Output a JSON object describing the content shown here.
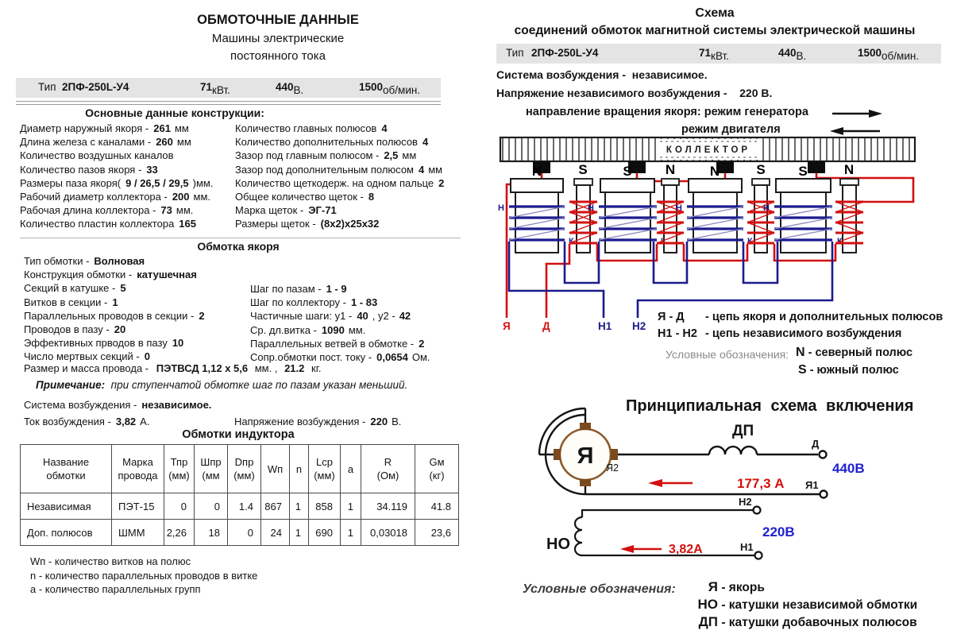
{
  "colors": {
    "accent_red": "#d40f0f",
    "wire_blue": "#1b1b8e",
    "voltage_blue": "#2020d0",
    "armature_brown": "#8a5a2a",
    "bar_gray": "#e4e4e4"
  },
  "left": {
    "title": "ОБМОТОЧНЫЕ ДАННЫЕ",
    "subtitle1": "Машины электрические",
    "subtitle2": "постоянного тока",
    "type_bar": {
      "type_label": "Тип",
      "type_value": "2ПФ-250L-У4",
      "power_value": "71",
      "power_unit": "кВт.",
      "voltage_value": "440",
      "voltage_unit": "В.",
      "speed_value": "1500",
      "speed_unit": "об/мин."
    },
    "construction": {
      "heading": "Основные данные конструкции:",
      "left": [
        {
          "label": "Диаметр наружный якоря -",
          "value": "261",
          "unit": "мм"
        },
        {
          "label": "Длина железа с каналами -",
          "value": "260",
          "unit": "мм"
        },
        {
          "label": "Количество воздушных каналов",
          "value": "",
          "unit": ""
        },
        {
          "label": "Количество пазов якоря -",
          "value": "33",
          "unit": ""
        },
        {
          "label": "Размеры паза якоря(",
          "value": "9 / 26,5 / 29,5",
          "unit": ")мм."
        },
        {
          "label": "Рабочий диаметр коллектора -",
          "value": "200",
          "unit": "мм."
        },
        {
          "label": "Рабочая длина коллектора -",
          "value": "73",
          "unit": "мм."
        },
        {
          "label": "Количество пластин коллектора",
          "value": "165",
          "unit": ""
        }
      ],
      "right": [
        {
          "label": "Количество главных полюсов",
          "value": "4",
          "unit": ""
        },
        {
          "label": "Количество дополнительных полюсов",
          "value": "4",
          "unit": ""
        },
        {
          "label": "Зазор под главным полюсом -",
          "value": "2,5",
          "unit": "мм"
        },
        {
          "label": "Зазор под дополнительным полюсом",
          "value": "4",
          "unit": "мм"
        },
        {
          "label": "Количество щеткодерж. на одном пальце",
          "value": "2",
          "unit": ""
        },
        {
          "label": "Общее количество щеток -",
          "value": "8",
          "unit": ""
        },
        {
          "label": "Марка щеток -",
          "value": "ЭГ-71",
          "unit": ""
        },
        {
          "label": "Размеры щеток -",
          "value": "(8x2)x25x32",
          "unit": ""
        }
      ]
    },
    "armature": {
      "heading": "Обмотка якоря",
      "left": [
        {
          "label": "Тип обмотки -",
          "value": "Волновая"
        },
        {
          "label": "Конструкция обмотки -",
          "value": "катушечная"
        },
        {
          "label": "Секций в катушке -",
          "value": "5"
        },
        {
          "label": "Витков в секции -",
          "value": "1"
        },
        {
          "label": "Параллельных проводов в секции -",
          "value": "2"
        },
        {
          "label": "Проводов в пазу -",
          "value": "20"
        },
        {
          "label": "Эффективных прводов в пазу",
          "value": "10"
        },
        {
          "label": "Число мертвых секций -",
          "value": "0"
        }
      ],
      "right": [
        {
          "label": "Шаг по пазам -",
          "value": "1 - 9"
        },
        {
          "label": "Шаг по коллектору -",
          "value": "1 - 83"
        },
        {
          "label": "Частичные шаги: у1 -",
          "value": "40",
          "mid": ", у2 -",
          "value2": "42"
        },
        {
          "label": "Ср. дл.витка -",
          "value": "1090",
          "unit": "мм."
        },
        {
          "label": "Параллельных ветвей в обмотке -",
          "value": "2"
        },
        {
          "label": "Сопр.обмотки пост. току -",
          "value": "0,0654",
          "unit": "Ом."
        }
      ],
      "wire_line": {
        "label": "Размер и масса провода -",
        "value": "ПЭТВСД 1,12 х 5,6",
        "unit": "мм. ,",
        "mass": "21.2",
        "mass_unit": "кг."
      }
    },
    "note": {
      "label": "Примечание:",
      "text": "при ступенчатой обмотке шаг по пазам указан меньший."
    },
    "excitation": {
      "system_label": "Система возбуждения -",
      "system_value": "независимое.",
      "current_label": "Ток возбуждения -",
      "current_value": "3,82",
      "current_unit": "А.",
      "voltage_label": "Напряжение возбуждения -",
      "voltage_value": "220",
      "voltage_unit": "В."
    },
    "inductor_table": {
      "heading": "Обмотки индуктора",
      "headers": [
        [
          "Название",
          "обмотки"
        ],
        [
          "Марка",
          "провода"
        ],
        [
          "Тпр",
          "(мм)"
        ],
        [
          "Шпр",
          "(мм"
        ],
        [
          "Dпр",
          "(мм)"
        ],
        [
          "Wп",
          ""
        ],
        [
          "n",
          ""
        ],
        [
          "Lср",
          "(мм)"
        ],
        [
          "а",
          ""
        ],
        [
          "R",
          "(Ом)"
        ],
        [
          "Gм",
          "(кг)"
        ]
      ],
      "rows": [
        [
          "Независимая",
          "ПЭТ-15",
          "0",
          "0",
          "1.4",
          "867",
          "1",
          "858",
          "1",
          "34.119",
          "41.8"
        ],
        [
          "Доп. полюсов",
          "ШММ",
          "2,26",
          "18",
          "0",
          "24",
          "1",
          "690",
          "1",
          "0,03018",
          "23,6"
        ]
      ]
    },
    "footnotes": [
      "Wп - количество витков на полюс",
      "n - количество параллельных проводов в витке",
      "а - количество параллельных групп"
    ]
  },
  "right": {
    "title1": "Схема",
    "title2": "соединений обмоток магнитной системы электрической машины",
    "type_bar": {
      "type_label": "Тип",
      "type_value": "2ПФ-250L-У4",
      "power_value": "71",
      "power_unit": "кВт.",
      "voltage_value": "440",
      "voltage_unit": "В.",
      "speed_value": "1500",
      "speed_unit": "об/мин."
    },
    "system_line": {
      "label": "Система возбуждения -",
      "value": "независимое."
    },
    "voltage_line": {
      "label": "Напряжение независимого возбуждения -",
      "value": "220 В."
    },
    "rotation": {
      "label": "направление вращения якоря:",
      "generator": "режим генератора",
      "motor": "режим двигателя"
    },
    "collector_label": "КОЛЛЕКТОР",
    "poles": {
      "sequence": [
        "N",
        "S",
        "S",
        "N",
        "N",
        "S",
        "S",
        "N"
      ],
      "main_start_label": "Н",
      "main_end_label": "К"
    },
    "terminals": {
      "armature": "Я",
      "add_poles": "Д",
      "excitation1": "Н1",
      "excitation2": "Н2"
    },
    "legend1": {
      "symbols": "Я - Д",
      "text": "- цепь якоря и дополнительных полюсов"
    },
    "legend2": {
      "symbols": "Н1 - Н2",
      "text": "- цепь независимого возбуждения"
    },
    "symbols_heading": "Условные обозначения:",
    "symbol_n": {
      "symbol": "N",
      "text": "- северный полюс"
    },
    "symbol_s": {
      "symbol": "S",
      "text": "- южный полюс"
    },
    "schematic": {
      "title": "Принципиальная схема включения",
      "armature_label": "Я",
      "dp_label": "ДП",
      "no_label": "НО",
      "terminal_d": "Д",
      "terminal_ya1": "Я1",
      "terminal_ya2": "Я2",
      "terminal_n1": "Н1",
      "terminal_n2": "Н2",
      "voltage_main": "440В",
      "voltage_exc": "220В",
      "current_main": "177,3 А",
      "current_exc": "3,82А",
      "legend_heading": "Условные обозначения:",
      "legend": [
        {
          "symbol": "Я",
          "text": "- якорь"
        },
        {
          "symbol": "НО",
          "text": "- катушки независимой обмотки"
        },
        {
          "symbol": "ДП",
          "text": "- катушки добавочных полюсов"
        }
      ]
    }
  }
}
